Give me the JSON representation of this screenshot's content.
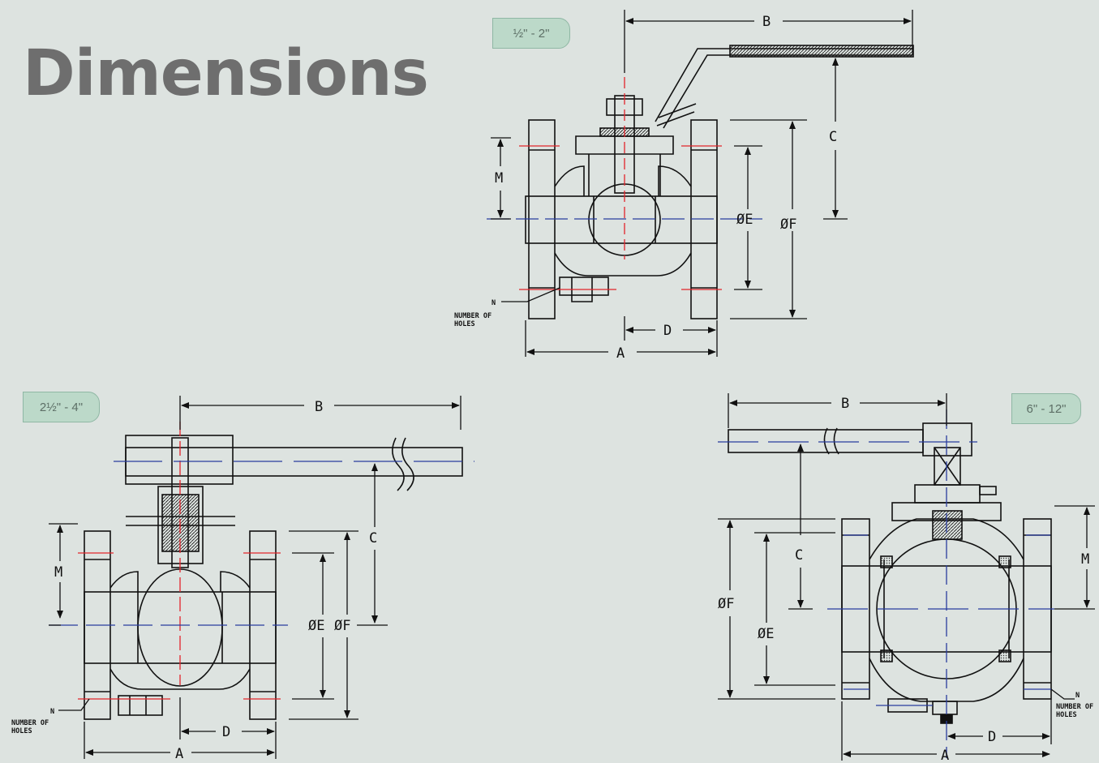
{
  "title": "Dimensions",
  "sizes": {
    "small": "½\" - 2\"",
    "medium": "2½\" - 4\"",
    "large": "6\" - 12\""
  },
  "labels": {
    "a": "A",
    "b": "B",
    "c": "C",
    "d": "D",
    "e": "ØE",
    "f": "ØF",
    "m": "M",
    "n": "N",
    "holes_line1": "NUMBER OF",
    "holes_line2": "HOLES"
  },
  "colors": {
    "background": "#dde3e0",
    "title": "#6e6e6e",
    "badge_fill": "#bcd9c9",
    "badge_border": "#8fb7a4",
    "centerline_red": "#e3242b",
    "centerline_blue": "#2a3d9e",
    "drawing": "#111111"
  }
}
